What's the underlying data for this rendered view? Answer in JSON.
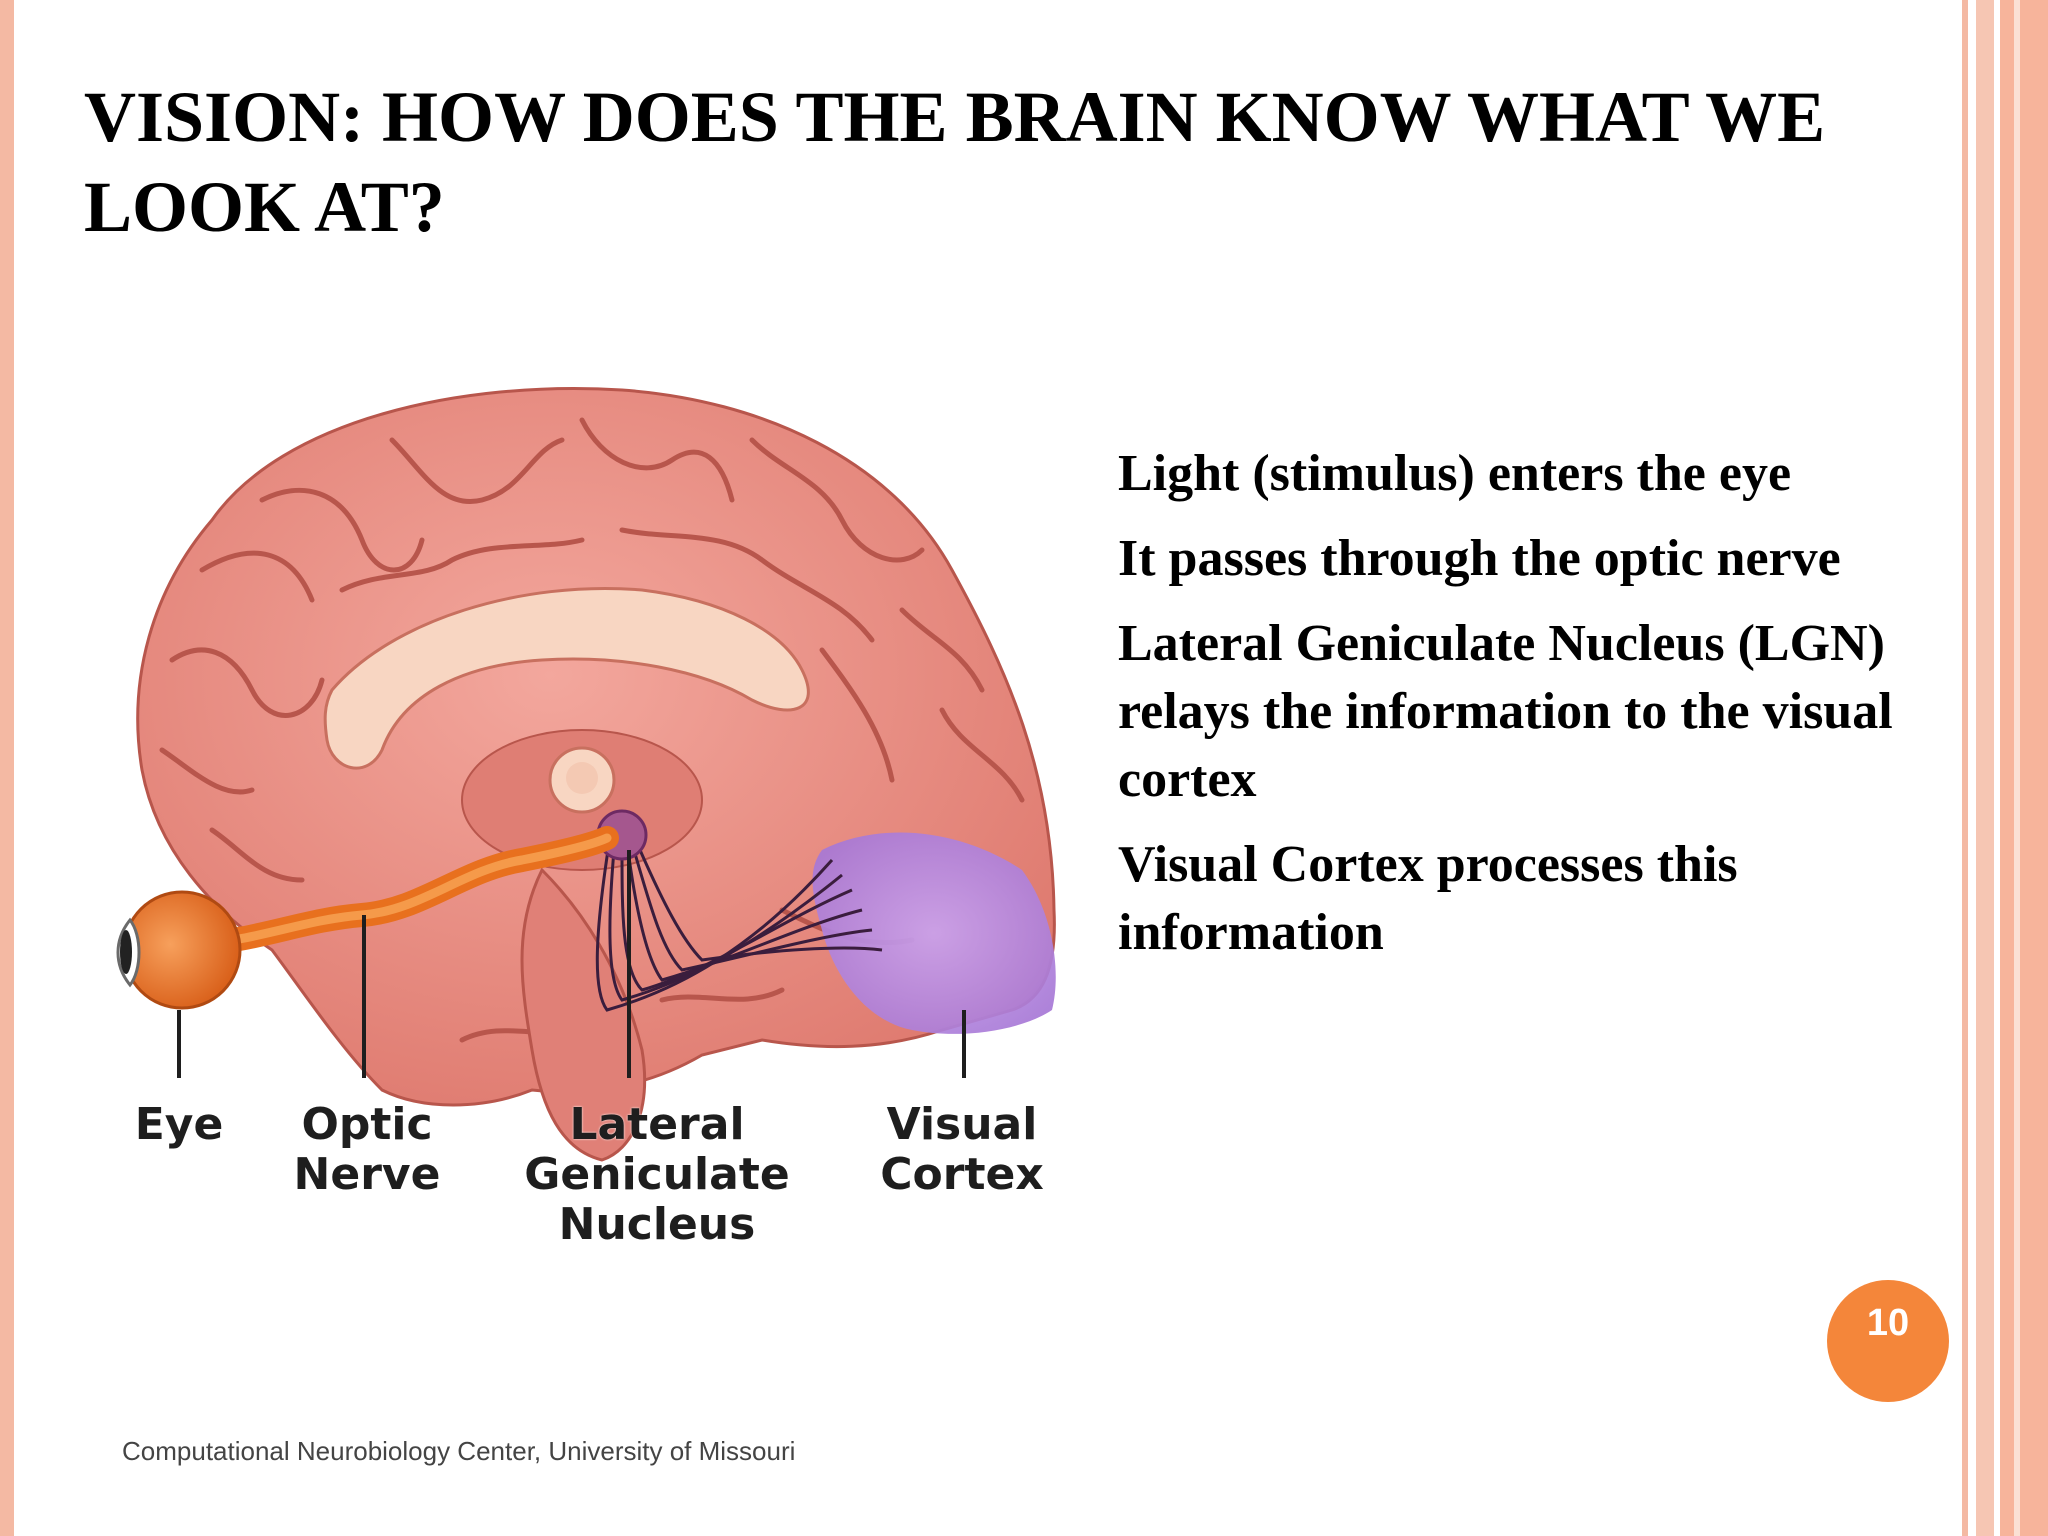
{
  "slide": {
    "title": "VISION: HOW DOES THE BRAIN KNOW WHAT WE LOOK AT?",
    "page_number": "10",
    "footer": "Computational Neurobiology Center, University of Missouri"
  },
  "figure": {
    "labels": {
      "eye": "Eye",
      "optic_nerve_1": "Optic",
      "optic_nerve_2": "Nerve",
      "lgn_1": "Lateral",
      "lgn_2": "Geniculate",
      "lgn_3": "Nucleus",
      "visual_cortex_1": "Visual",
      "visual_cortex_2": "Cortex"
    }
  },
  "bullets": [
    "Light (stimulus) enters the eye",
    "It passes through the optic nerve",
    "Lateral Geniculate Nucleus (LGN) relays the information to the visual cortex",
    "Visual Cortex processes this information"
  ],
  "colors": {
    "border": "#f4b9a3",
    "badge": "#f4863a",
    "brain": "#e98a80",
    "optic_nerve": "#e8701e",
    "visual_cortex": "#b98ae0"
  }
}
